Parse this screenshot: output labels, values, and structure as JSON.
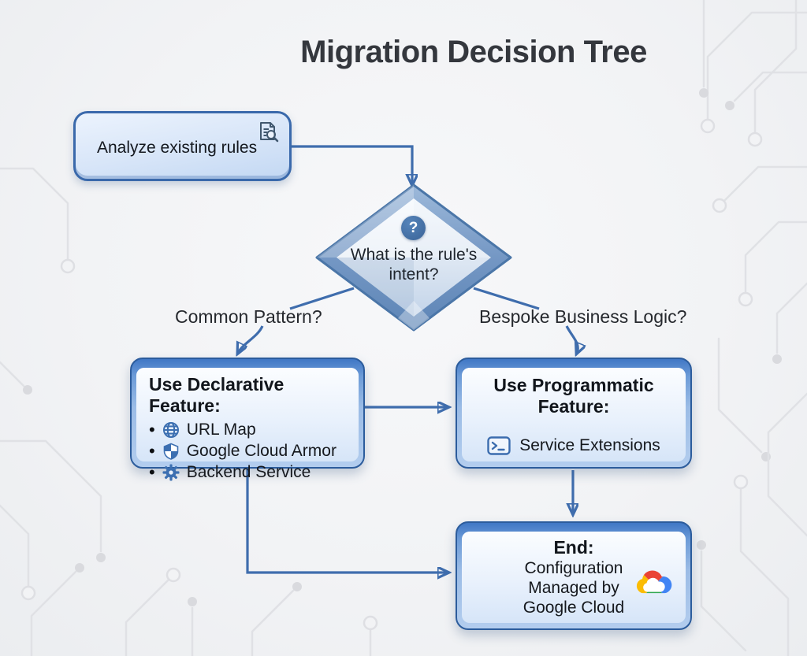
{
  "title": "Migration Decision Tree",
  "flowchart": {
    "analyze": {
      "label": "Analyze existing rules",
      "icon": "document-search-icon"
    },
    "decision": {
      "badge": "?",
      "lines": [
        "What is the rule's",
        "intent?"
      ]
    },
    "branches": {
      "left": "Common Pattern?",
      "right": "Bespoke Business Logic?"
    },
    "declarative": {
      "header": "Use Declarative Feature:",
      "items": [
        {
          "icon": "globe-icon",
          "label": "URL Map"
        },
        {
          "icon": "shield-icon",
          "label": "Google Cloud Armor"
        },
        {
          "icon": "gear-icon",
          "label": "Backend Service"
        }
      ]
    },
    "programmatic": {
      "header_lines": [
        "Use Programmatic",
        "Feature:"
      ],
      "item": {
        "icon": "terminal-icon",
        "label": "Service Extensions"
      }
    },
    "end": {
      "header": "End:",
      "lines": [
        "Configuration",
        "Managed by",
        "Google Cloud"
      ],
      "icon": "google-cloud-logo"
    }
  },
  "colors": {
    "connector": "#3f6dad",
    "frame_blue": "#4077c5",
    "google_red": "#ea4335",
    "google_blue": "#4285f4",
    "google_green": "#34a853",
    "google_yellow": "#fbbc04"
  }
}
